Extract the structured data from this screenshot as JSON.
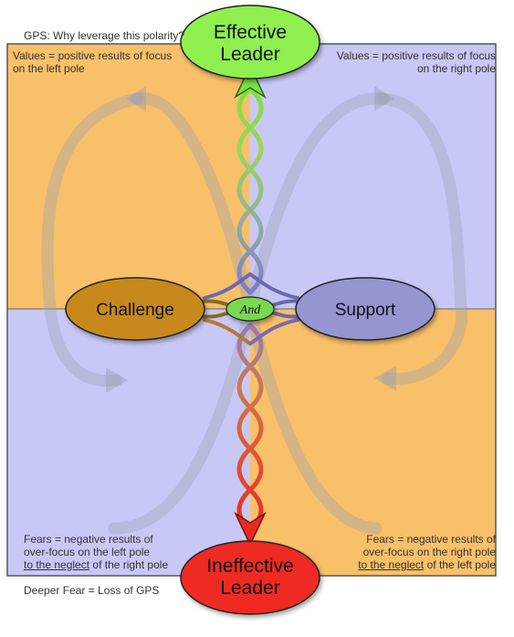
{
  "gps_question": "GPS: Why leverage this polarity?",
  "deeper_fear": "Deeper Fear = Loss of GPS",
  "upper_left_values": {
    "line1": "Values = positive results of focus",
    "line2": "on the left pole"
  },
  "upper_right_values": {
    "line1": "Values = positive results of focus",
    "line2": "on the right pole"
  },
  "lower_left_fears": {
    "line1": "Fears = negative results of",
    "line2": "over-focus on the left pole",
    "line3_underlined": "to the neglect",
    "line3_rest": " of the right pole"
  },
  "lower_right_fears": {
    "line1": "Fears = negative results of",
    "line2": "over-focus on the right pole",
    "line3_underlined": "to the neglect",
    "line3_rest": " of the left pole"
  },
  "top_oval": {
    "line1": "Effective",
    "line2": "Leader"
  },
  "bottom_oval": {
    "line1": "Ineffective",
    "line2": "Leader"
  },
  "left_pole": "Challenge",
  "right_pole": "Support",
  "connector": "And",
  "colors": {
    "quadrant_orange": "#f8c069",
    "quadrant_lavender": "#c8c8f7",
    "effective_oval": "#8ff04f",
    "ineffective_oval": "#ee2a24",
    "challenge_oval": "#c8891e",
    "support_oval": "#9595d2",
    "and_oval": "#78d850"
  }
}
